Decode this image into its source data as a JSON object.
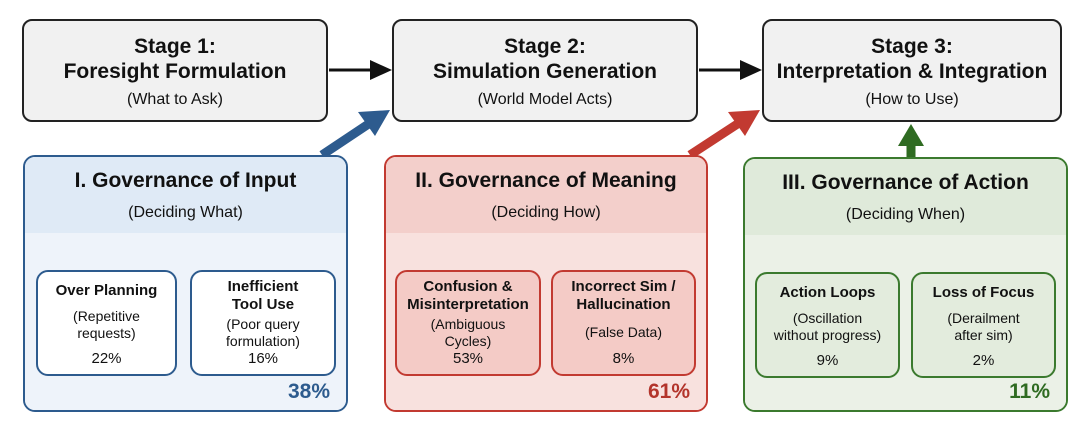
{
  "stages": [
    {
      "title_line1": "Stage 1:",
      "title_line2": "Foresight Formulation",
      "subtitle": "(What to Ask)"
    },
    {
      "title_line1": "Stage 2:",
      "title_line2": "Simulation Generation",
      "subtitle": "(World Model Acts)"
    },
    {
      "title_line1": "Stage 3:",
      "title_line2": "Interpretation & Integration",
      "subtitle": "(How to Use)"
    }
  ],
  "governance": [
    {
      "title": "I. Governance of Input",
      "subtitle": "(Deciding What)",
      "total": "38%",
      "color": "#2d5b8e",
      "items": [
        {
          "title_lines": [
            "Over Planning"
          ],
          "desc_lines": [
            "(Repetitive",
            "requests)"
          ],
          "percent": "22%"
        },
        {
          "title_lines": [
            "Inefficient",
            "Tool Use"
          ],
          "desc_lines": [
            "(Poor query",
            "formulation)"
          ],
          "percent": "16%"
        }
      ]
    },
    {
      "title": "II. Governance of Meaning",
      "subtitle": "(Deciding How)",
      "total": "61%",
      "color": "#c23a31",
      "items": [
        {
          "title_lines": [
            "Confusion &",
            "Misinterpretation"
          ],
          "desc_lines": [
            "(Ambiguous",
            "Cycles)"
          ],
          "percent": "53%"
        },
        {
          "title_lines": [
            "Incorrect Sim /",
            "Hallucination"
          ],
          "desc_lines": [
            "(False Data)"
          ],
          "percent": "8%"
        }
      ]
    },
    {
      "title": "III. Governance of Action",
      "subtitle": "(Deciding When)",
      "total": "11%",
      "color": "#3b7a2e",
      "items": [
        {
          "title_lines": [
            "Action Loops"
          ],
          "desc_lines": [
            "(Oscillation",
            "without progress)"
          ],
          "percent": "9%"
        },
        {
          "title_lines": [
            "Loss of Focus"
          ],
          "desc_lines": [
            "(Derailment",
            "after sim)"
          ],
          "percent": "2%"
        }
      ]
    }
  ]
}
